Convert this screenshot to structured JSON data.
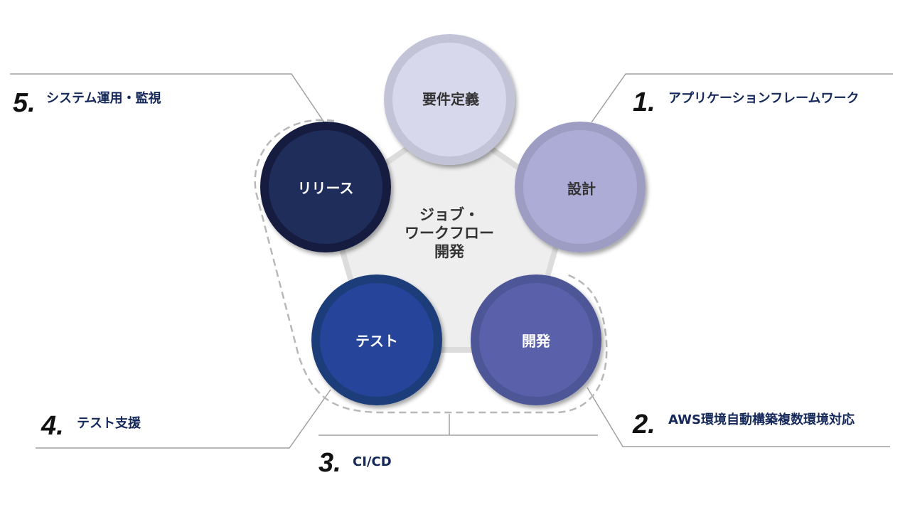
{
  "center_title": [
    "ジョブ・",
    "ワークフロー",
    "開発"
  ],
  "phases": [
    {
      "label": "要件定義",
      "outer": "#c3c3d8",
      "inner": "#d8d8ec",
      "text": "#333333"
    },
    {
      "label": "設計",
      "outer": "#9d9dc4",
      "inner": "#acacd6",
      "text": "#333333"
    },
    {
      "label": "開発",
      "outer": "#4e5797",
      "inner": "#5a61aa",
      "text": "#ffffff"
    },
    {
      "label": "テスト",
      "outer": "#1d3e7a",
      "inner": "#25449a",
      "text": "#ffffff"
    },
    {
      "label": "リリース",
      "outer": "#121e40",
      "inner": "#1f2d5b",
      "text": "#ffffff"
    }
  ],
  "callouts": [
    {
      "num": "1.",
      "text": "アプリケーションフレームワーク"
    },
    {
      "num": "2.",
      "text": "AWS環境自動構築複数環境対応"
    },
    {
      "num": "3.",
      "text": "CI/CD"
    },
    {
      "num": "4.",
      "text": "テスト支援"
    },
    {
      "num": "5.",
      "text": "システム運用・監視"
    }
  ]
}
